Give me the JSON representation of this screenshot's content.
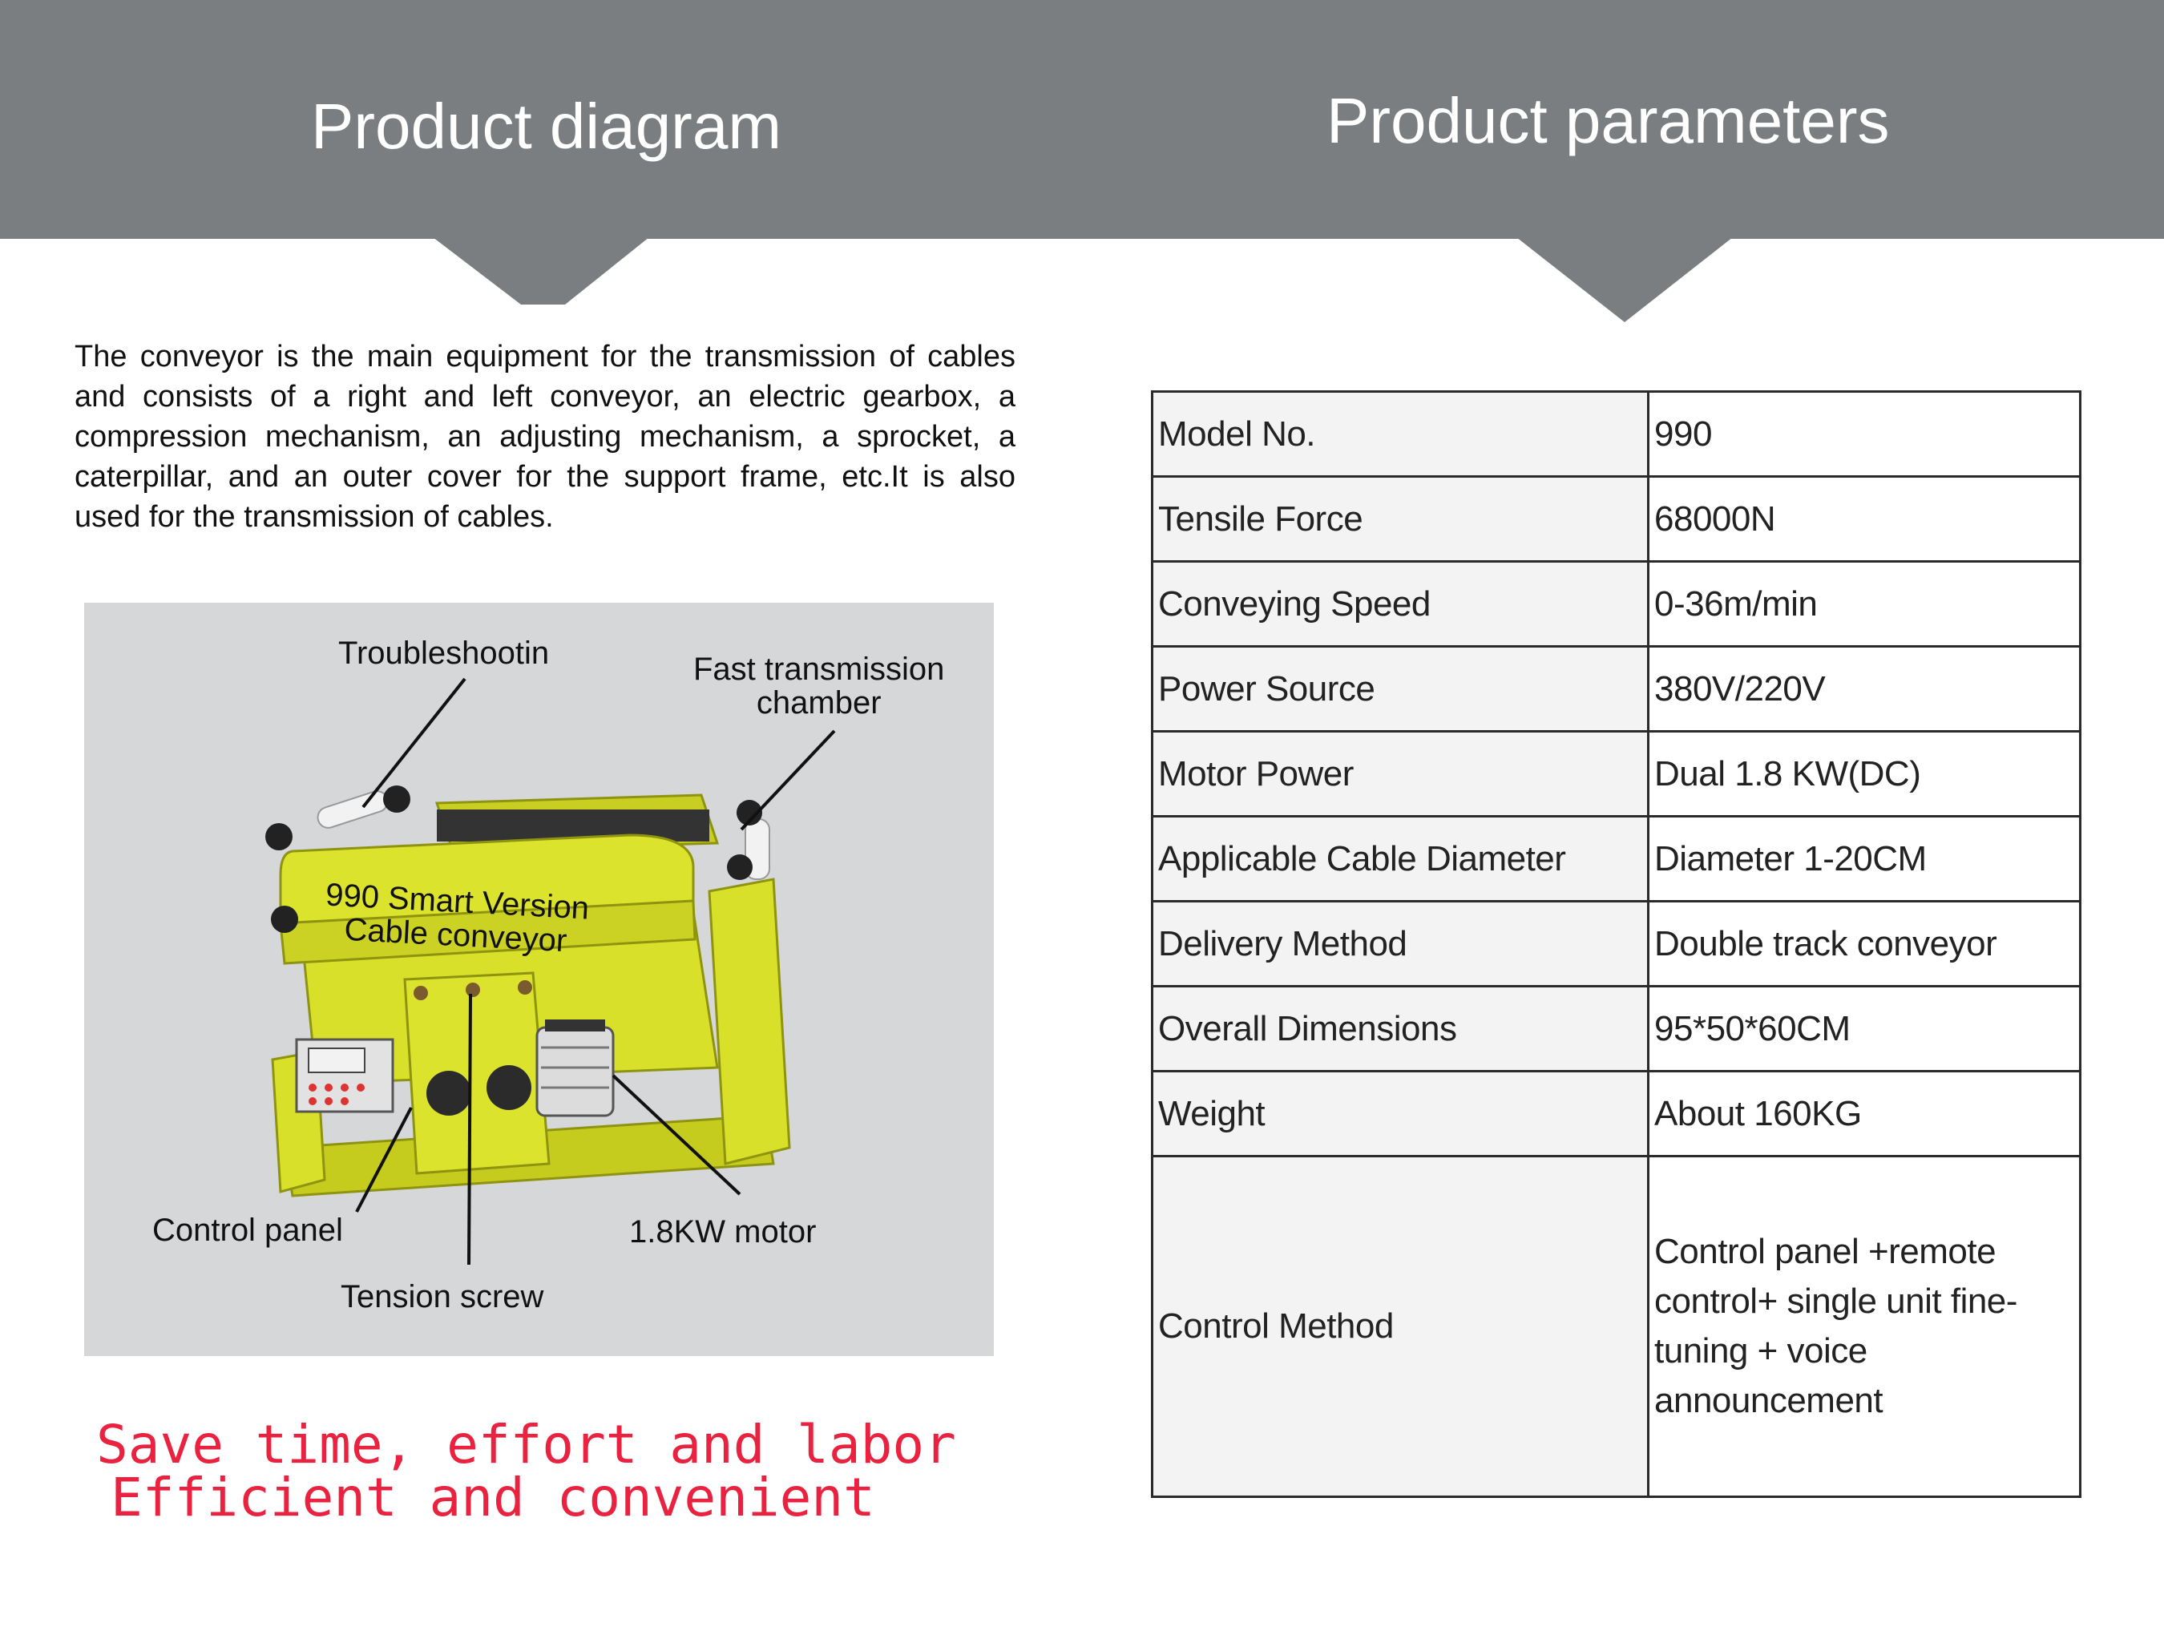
{
  "header": {
    "left_title": "Product diagram",
    "right_title": "Product parameters"
  },
  "intro": "The conveyor is the main equipment for the transmission of cables and consists of a right and left conveyor, an electric gearbox, a compression mechanism, an adjusting mechanism, a sprocket, a caterpillar, and an outer cover for the support frame, etc.It is also used for the transmission of cables.",
  "diagram": {
    "callouts": {
      "troubleshooting": "Troubleshootin",
      "fast_chamber_line1": "Fast transmission",
      "fast_chamber_line2": "chamber",
      "control_panel": "Control panel",
      "tension_screw": "Tension screw",
      "motor": "1.8KW motor"
    },
    "machine_label_line1": "990 Smart Version",
    "machine_label_line2": "Cable conveyor"
  },
  "tagline": {
    "line1": "Save time, effort and labor",
    "line2": "Efficient and convenient"
  },
  "params": [
    {
      "key": "Model No.",
      "value": "990"
    },
    {
      "key": "Tensile Force",
      "value": "68000N"
    },
    {
      "key": "Conveying Speed",
      "value": "0-36m/min"
    },
    {
      "key": "Power Source",
      "value": "380V/220V"
    },
    {
      "key": "Motor Power",
      "value": "Dual 1.8 KW(DC)"
    },
    {
      "key": "Applicable Cable Diameter",
      "value": "Diameter 1-20CM"
    },
    {
      "key": "Delivery Method",
      "value": "Double track conveyor"
    },
    {
      "key": "Overall Dimensions",
      "value": "95*50*60CM"
    },
    {
      "key": "Weight",
      "value": "About 160KG"
    },
    {
      "key": "Control Method",
      "value_lines": [
        "Control panel +remote",
        "control+ single unit fine-",
        "tuning + voice",
        "announcement"
      ]
    }
  ],
  "colors": {
    "header": "#7b7e80",
    "machine": "#d9e02a",
    "tagline": "#e8223f",
    "diagram_bg": "#d5d7d9"
  }
}
